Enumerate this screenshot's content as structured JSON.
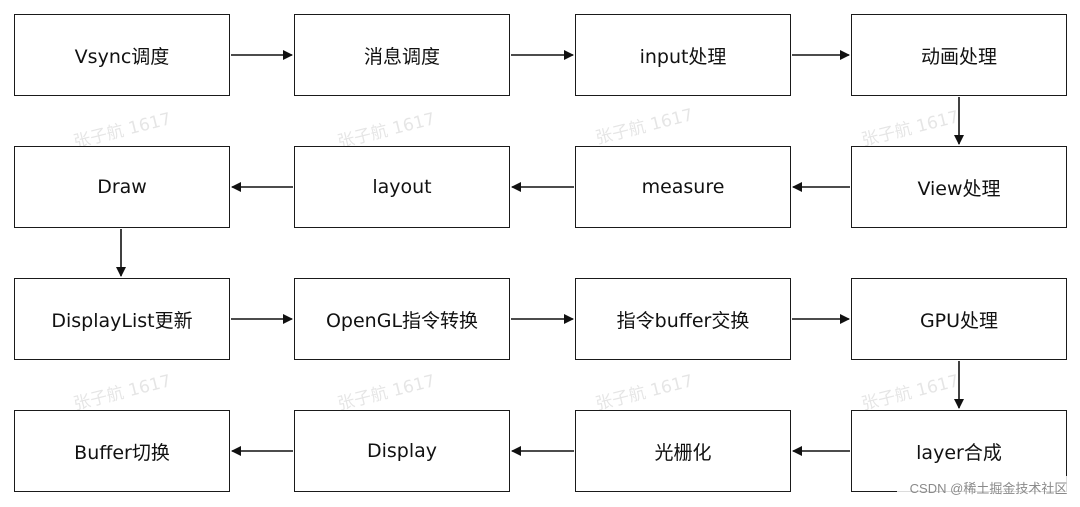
{
  "nodes": {
    "vsync": "Vsync调度",
    "message": "消息调度",
    "input": "input处理",
    "animation": "动画处理",
    "draw": "Draw",
    "layout": "layout",
    "measure": "measure",
    "view": "View处理",
    "displaylist": "DisplayList更新",
    "opengl": "OpenGL指令转换",
    "buffer_swap": "指令buffer交换",
    "gpu": "GPU处理",
    "buffer_switch": "Buffer切换",
    "display": "Display",
    "raster": "光栅化",
    "layer": "layer合成"
  },
  "watermark": "张子航 1617",
  "footer": "CSDN @稀土掘金技术社区"
}
